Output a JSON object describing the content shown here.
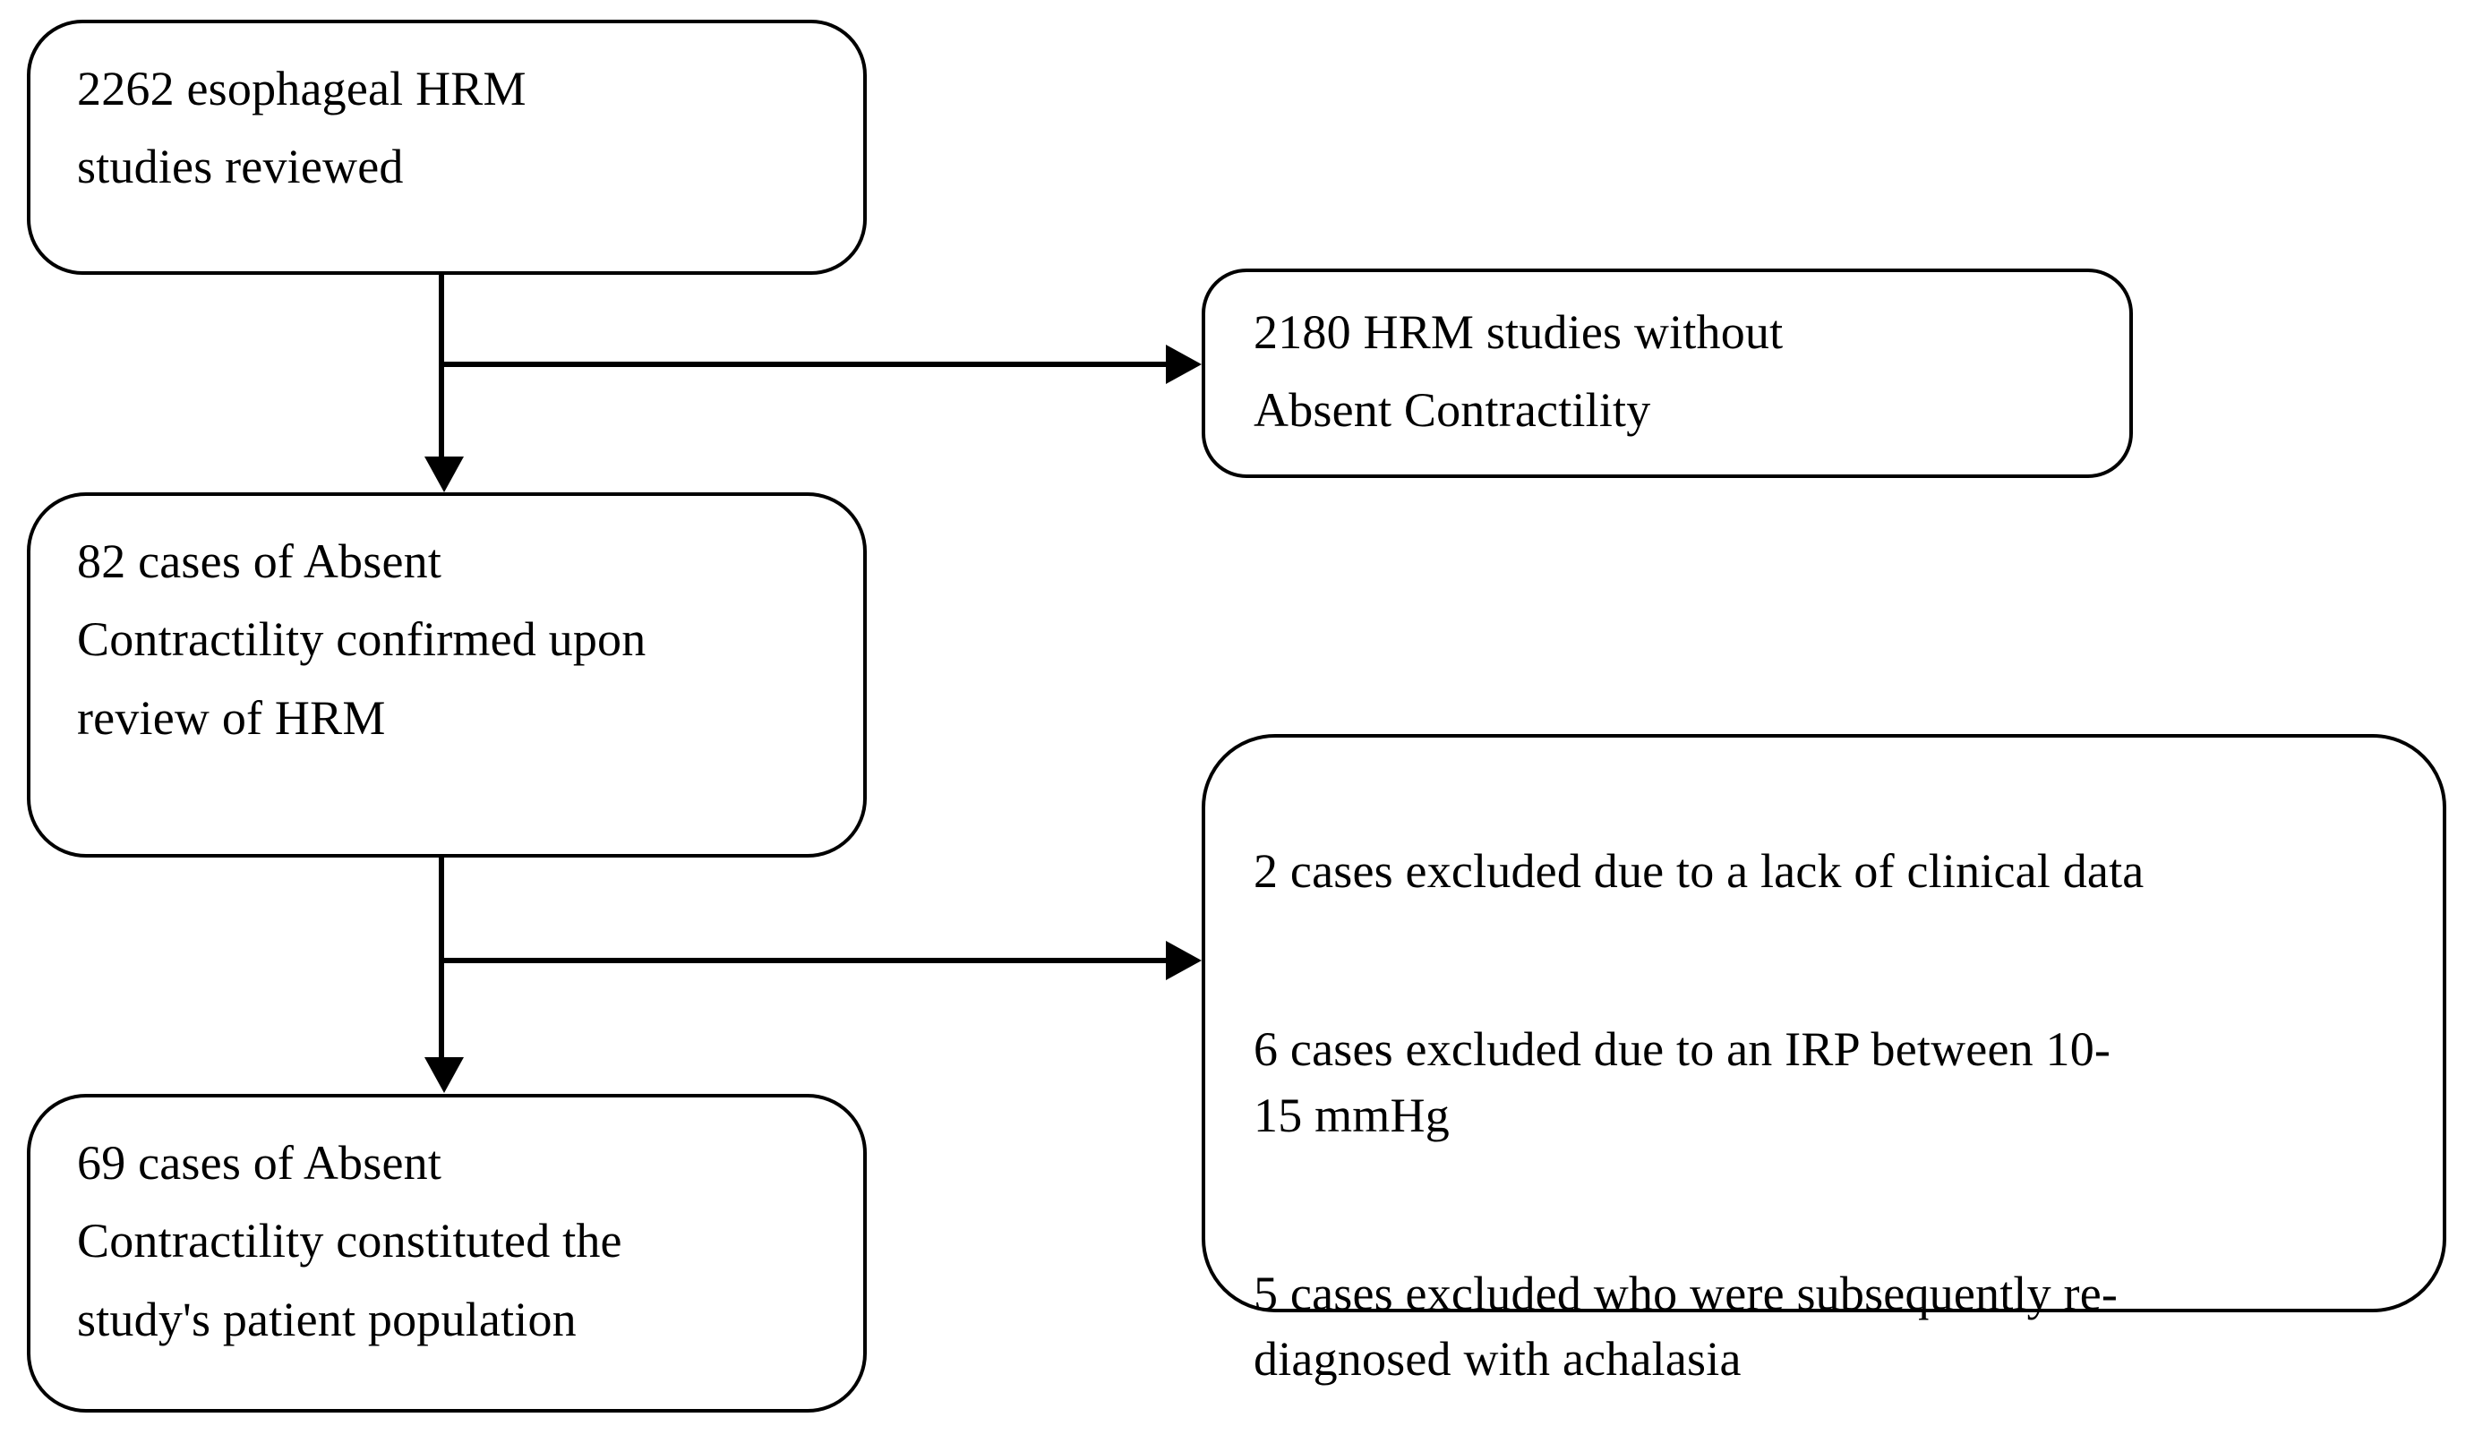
{
  "diagram": {
    "type": "flowchart",
    "title": "Patient selection flow diagram",
    "theme": {
      "background": "#ffffff",
      "border_color": "#000000",
      "text_color": "#000000",
      "connector_color": "#000000"
    },
    "nodes": [
      {
        "id": "reviewed",
        "text": "2262 esophageal HRM\nstudies reviewed",
        "count": 2262
      },
      {
        "id": "without-ac",
        "text": "2180 HRM studies without\nAbsent Contractility",
        "count": 2180
      },
      {
        "id": "confirmed",
        "text": "82 cases of Absent\nContractility confirmed upon\nreview of HRM",
        "count": 82
      },
      {
        "id": "population",
        "text": "69 cases of Absent\nContractility constituted the\nstudy's patient population",
        "count": 69
      }
    ],
    "exclusions": {
      "id": "excluded",
      "lines": [
        "2 cases excluded due to a lack of clinical data",
        "6 cases excluded due to an IRP between 10-\n15 mmHg",
        "5 cases excluded who were subsequently re-\ndiagnosed with achalasia"
      ],
      "counts": [
        2,
        6,
        5
      ]
    },
    "connectors": [
      {
        "id": "conn1",
        "from": "reviewed",
        "to_down": "confirmed",
        "to_right": "without-ac",
        "arrow_down": "arrow-down-icon",
        "arrow_right": "arrow-right-icon"
      },
      {
        "id": "conn2",
        "from": "confirmed",
        "to_down": "population",
        "to_right": "excluded",
        "arrow_down": "arrow-down-icon",
        "arrow_right": "arrow-right-icon"
      }
    ]
  }
}
